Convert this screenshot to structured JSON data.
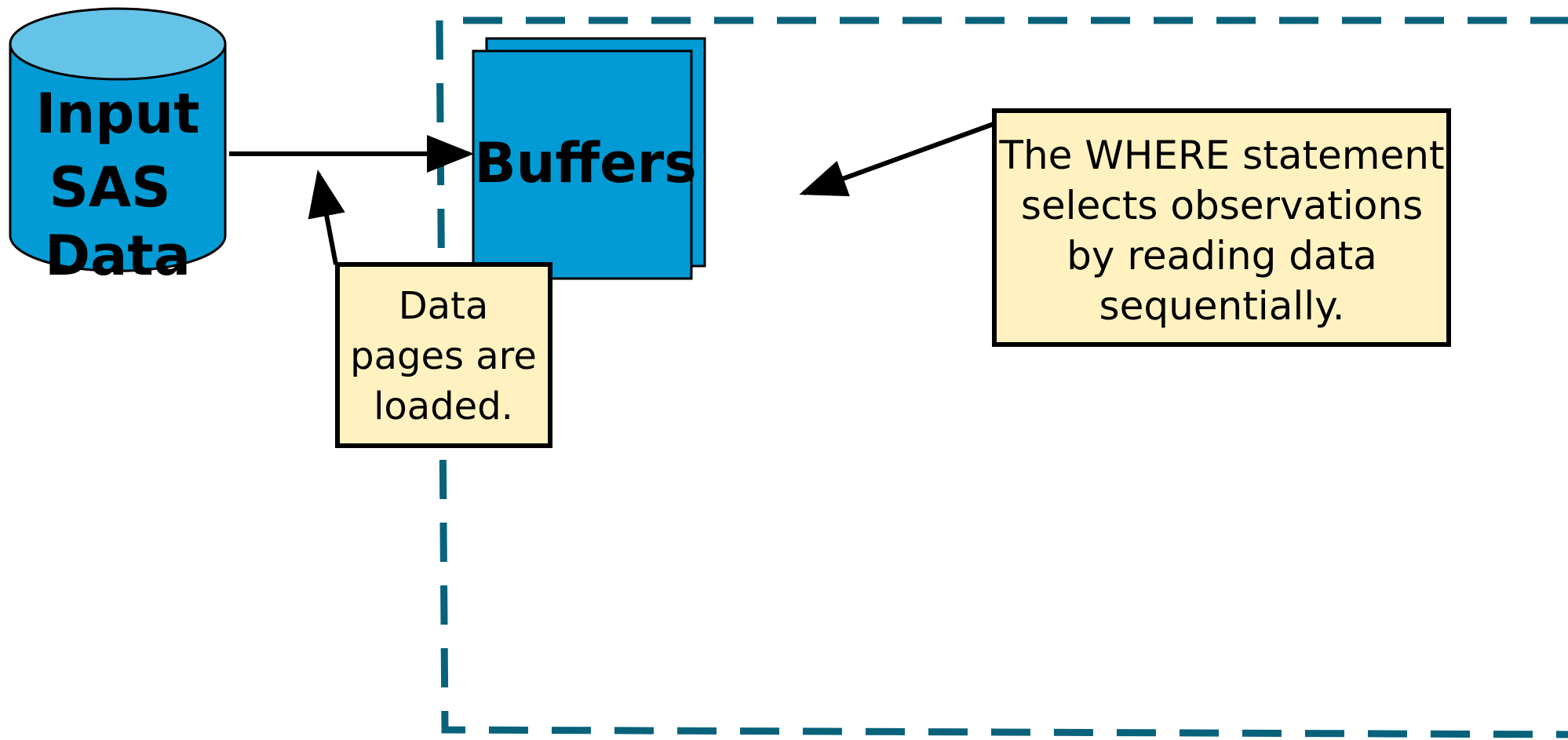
{
  "diagram": {
    "cylinder": {
      "lines": [
        "Input",
        "SAS",
        "Data"
      ]
    },
    "buffers": {
      "label": "Buffers"
    },
    "callout_pages": {
      "lines": [
        "Data",
        "pages are",
        "loaded."
      ]
    },
    "callout_where": {
      "lines": [
        "The WHERE statement",
        "selects observations",
        "by reading data",
        "sequentially."
      ]
    }
  },
  "colors": {
    "cylinder_body": "#029BD6",
    "cylinder_top": "#66C3E8",
    "buffer_fill": "#029BD6",
    "callout_fill": "#FFF2C0",
    "dashed_border": "#07627A",
    "stroke": "#000000"
  }
}
